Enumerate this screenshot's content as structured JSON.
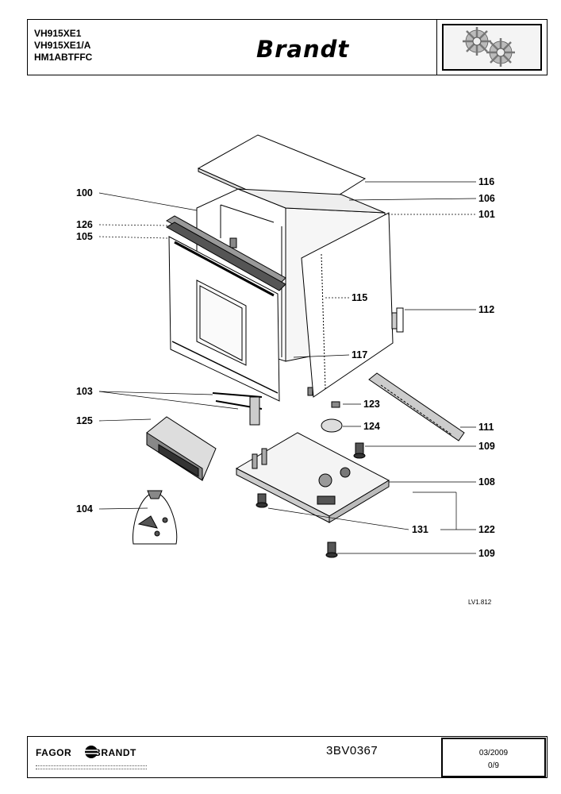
{
  "header": {
    "model_lines": [
      "VH915XE1",
      "VH915XE1/A",
      "HM1ABTFFC"
    ],
    "brand": "Brandt"
  },
  "parts": [
    {
      "id": "100"
    },
    {
      "id": "126"
    },
    {
      "id": "105"
    },
    {
      "id": "116"
    },
    {
      "id": "106"
    },
    {
      "id": "101"
    },
    {
      "id": "115"
    },
    {
      "id": "112"
    },
    {
      "id": "117"
    },
    {
      "id": "103"
    },
    {
      "id": "123"
    },
    {
      "id": "125"
    },
    {
      "id": "111"
    },
    {
      "id": "124"
    },
    {
      "id": "109"
    },
    {
      "id": "108"
    },
    {
      "id": "104"
    },
    {
      "id": "131"
    },
    {
      "id": "122"
    },
    {
      "id": "109"
    }
  ],
  "drawing_ref": "LV1.812",
  "footer": {
    "company_left": "FAGOR",
    "company_right": "BRANDT",
    "doc_ref": "3BV0367",
    "date": "03/2009",
    "page": "0/9"
  }
}
